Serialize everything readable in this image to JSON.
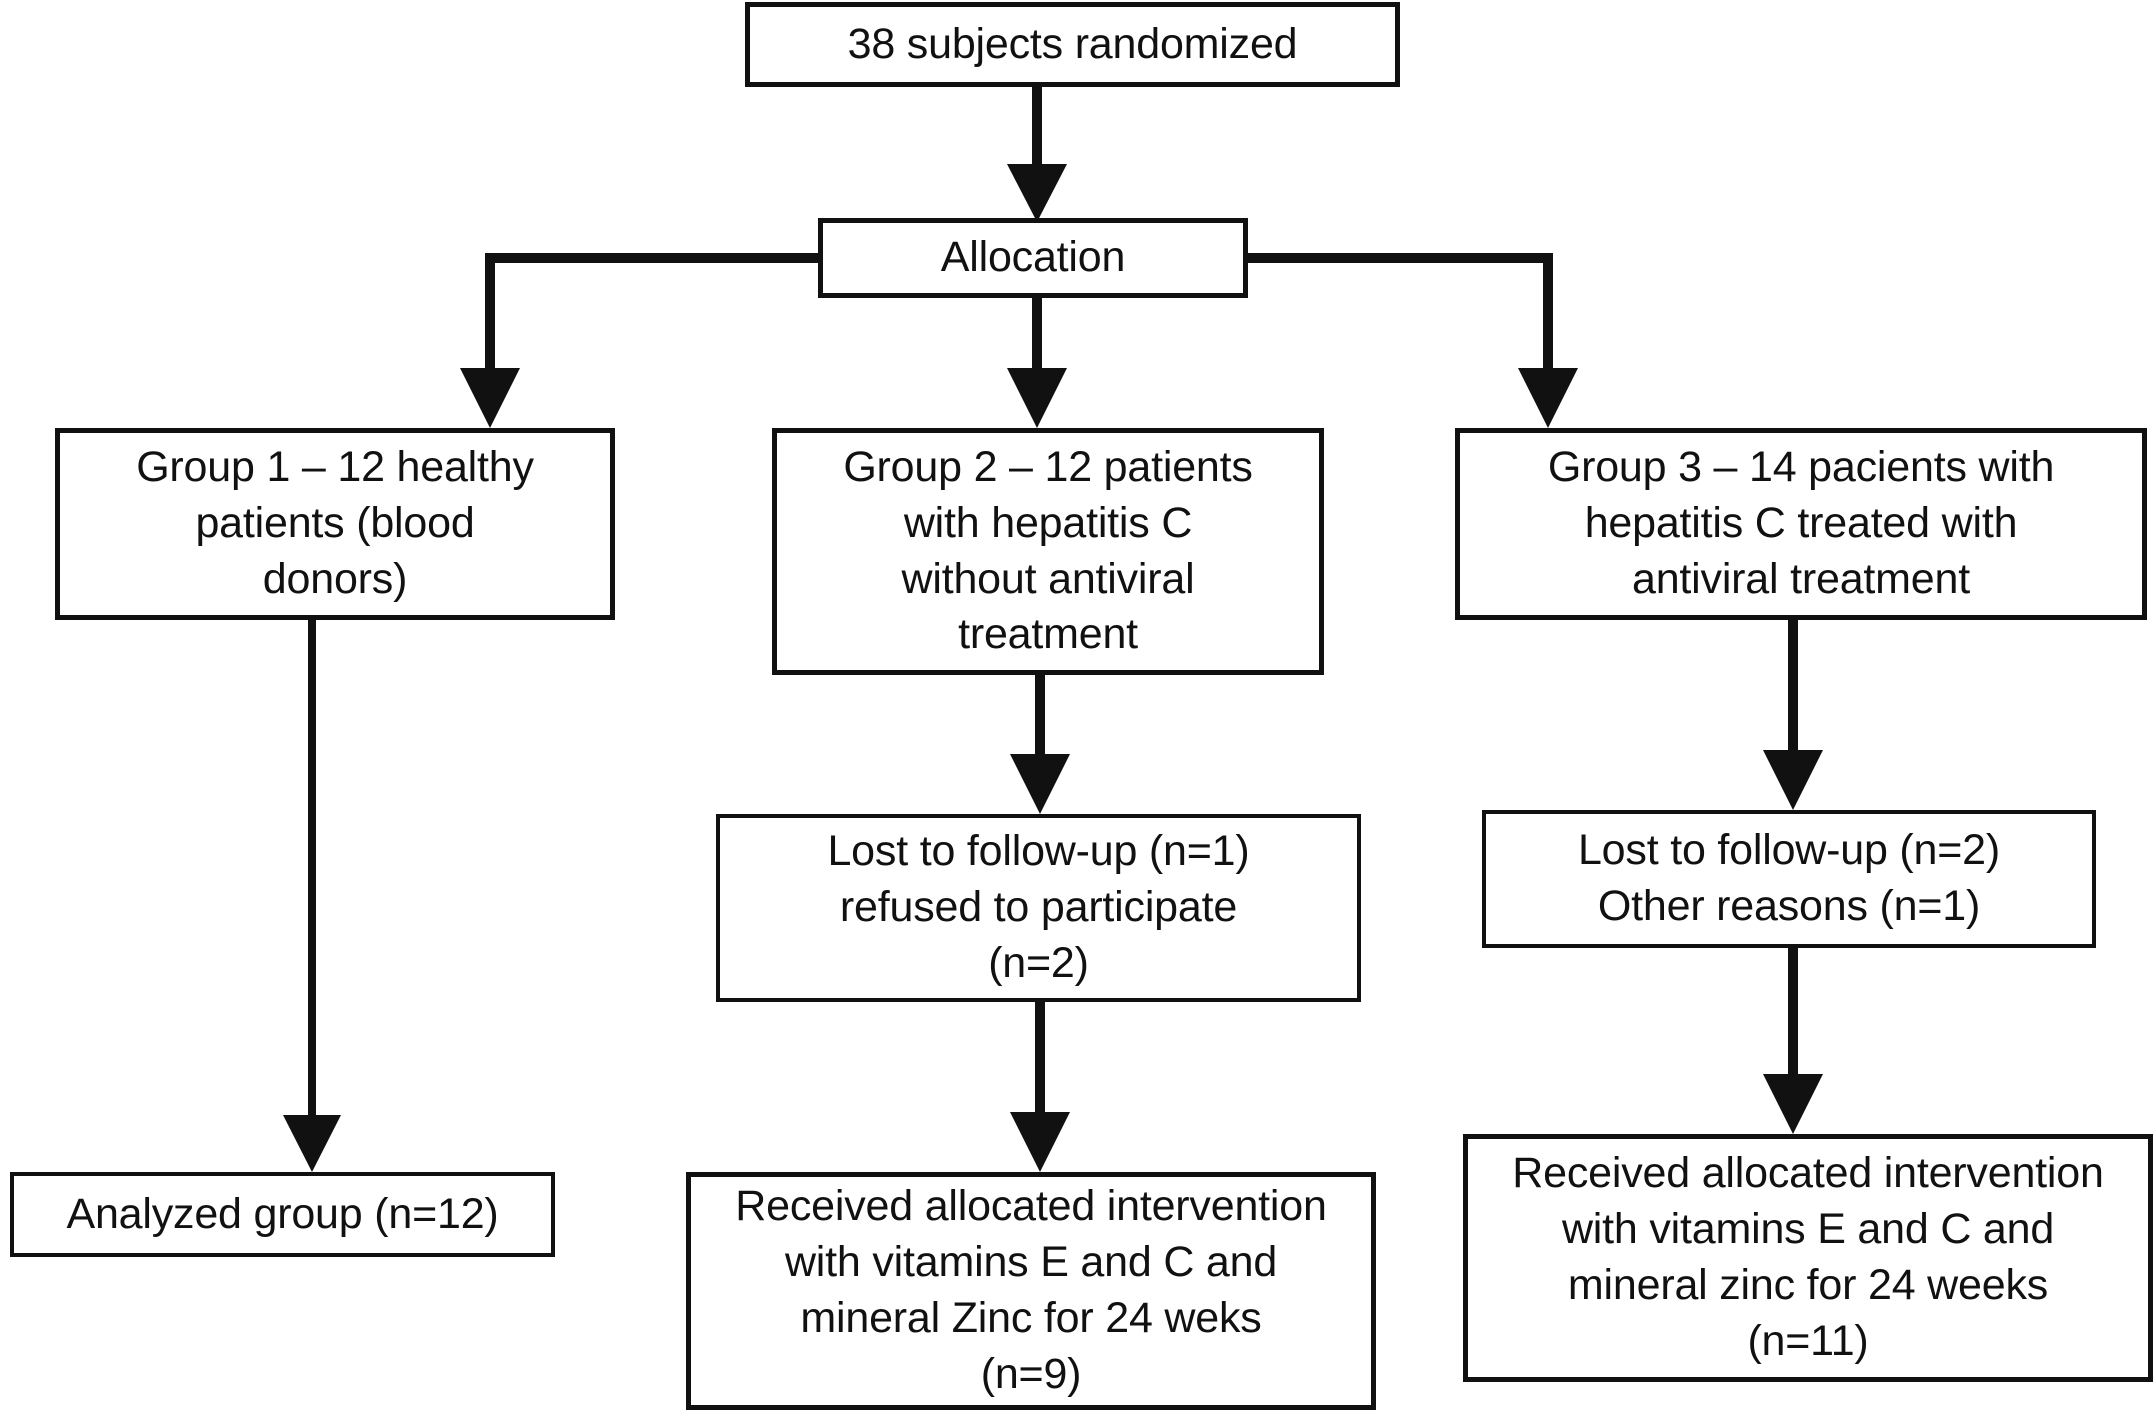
{
  "diagram": {
    "type": "flowchart",
    "title": "CONSORT-style participant flow diagram",
    "colors": {
      "stroke": "#111111",
      "fill": "#ffffff",
      "text": "#111111"
    },
    "nodes": {
      "enrollment": {
        "id": "enrollment",
        "label": "38 subjects randomized"
      },
      "allocation": {
        "id": "allocation",
        "label": "Allocation"
      },
      "group1": {
        "id": "group1",
        "label": "Group 1 – 12 healthy\npatients (blood\ndonors)"
      },
      "group2": {
        "id": "group2",
        "label": "Group 2 – 12 patients\nwith hepatitis C\nwithout antiviral\ntreatment"
      },
      "group3": {
        "id": "group3",
        "label": "Group 3 – 14 pacients with\nhepatitis C treated with\nantiviral treatment"
      },
      "lost2": {
        "id": "lost2",
        "label": "Lost to follow-up (n=1)\nrefused to participate\n(n=2)"
      },
      "lost3": {
        "id": "lost3",
        "label": "Lost to follow-up (n=2)\nOther reasons (n=1)"
      },
      "analyzed1": {
        "id": "analyzed1",
        "label": "Analyzed group (n=12)"
      },
      "received2": {
        "id": "received2",
        "label": "Received allocated intervention\nwith vitamins E and C and\nmineral Zinc for 24 weks\n(n=9)"
      },
      "received3": {
        "id": "received3",
        "label": "Received allocated intervention\nwith vitamins E and C and\nmineral zinc for  24 weeks\n(n=11)"
      }
    },
    "edges": [
      {
        "from": "enrollment",
        "to": "allocation",
        "style": "straight-arrow"
      },
      {
        "from": "allocation",
        "to": "group1",
        "style": "elbow-left-arrow"
      },
      {
        "from": "allocation",
        "to": "group2",
        "style": "straight-arrow"
      },
      {
        "from": "allocation",
        "to": "group3",
        "style": "elbow-right-arrow"
      },
      {
        "from": "group1",
        "to": "analyzed1",
        "style": "straight-arrow-thin"
      },
      {
        "from": "group2",
        "to": "lost2",
        "style": "straight-arrow"
      },
      {
        "from": "lost2",
        "to": "received2",
        "style": "straight-arrow"
      },
      {
        "from": "group3",
        "to": "lost3",
        "style": "straight-arrow"
      },
      {
        "from": "lost3",
        "to": "received3",
        "style": "straight-arrow"
      }
    ]
  }
}
